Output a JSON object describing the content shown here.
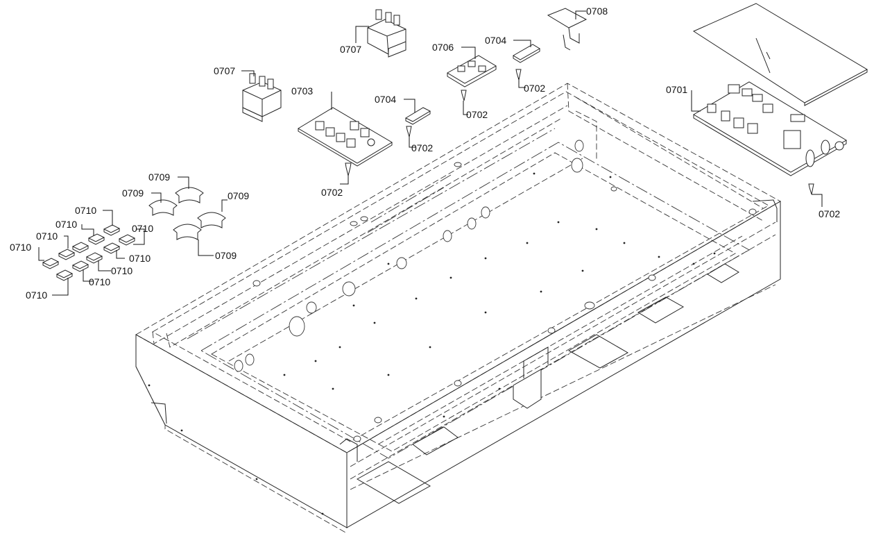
{
  "labels": {
    "l0701": "0701",
    "l0702a": "0702",
    "l0702b": "0702",
    "l0702c": "0702",
    "l0702d": "0702",
    "l0702e": "0702",
    "l0703": "0703",
    "l0704a": "0704",
    "l0704b": "0704",
    "l0706": "0706",
    "l0707a": "0707",
    "l0707b": "0707",
    "l0708": "0708",
    "l0709a": "0709",
    "l0709b": "0709",
    "l0709c": "0709",
    "l0709d": "0709",
    "l0710a": "0710",
    "l0710b": "0710",
    "l0710c": "0710",
    "l0710d": "0710",
    "l0710e": "0710",
    "l0710f": "0710",
    "l0710g": "0710",
    "l0710h": "0710",
    "l0710i": "0710"
  }
}
